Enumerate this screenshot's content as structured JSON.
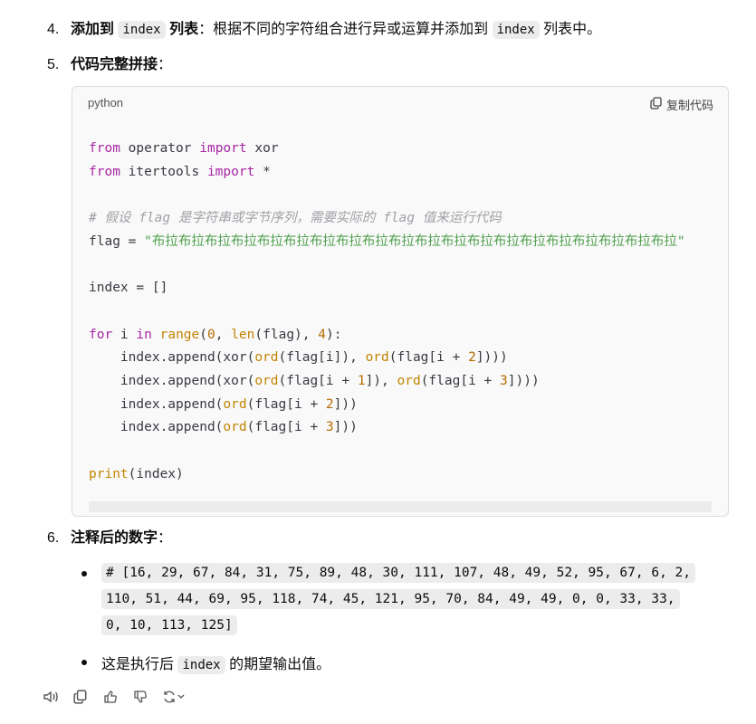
{
  "steps": [
    {
      "num": "4.",
      "bold_a": "添加到",
      "code": "index",
      "bold_b": "列表",
      "text": "：根据不同的字符组合进行异或运算并添加到",
      "code2": "index",
      "text2": "列表中。"
    },
    {
      "num": "5.",
      "bold": "代码完整拼接",
      "colon": "："
    },
    {
      "num": "6.",
      "bold": "注释后的数字",
      "colon": "："
    }
  ],
  "code_block": {
    "language": "python",
    "copy_label": "复制代码",
    "lines": [
      [
        {
          "t": "from",
          "c": "#a626a4"
        },
        {
          "t": " operator "
        },
        {
          "t": "import",
          "c": "#a626a4"
        },
        {
          "t": " xor"
        }
      ],
      [
        {
          "t": "from",
          "c": "#a626a4"
        },
        {
          "t": " itertools "
        },
        {
          "t": "import",
          "c": "#a626a4"
        },
        {
          "t": " *"
        }
      ],
      [],
      [
        {
          "t": "# 假设 flag 是字符串或字节序列，需要实际的 flag 值来运行代码",
          "c": "#a0a1a7",
          "i": true
        }
      ],
      [
        {
          "t": "flag = "
        },
        {
          "t": "\"布拉布拉布拉布拉布拉布拉布拉布拉布拉布拉布拉布拉布拉布拉布拉布拉布拉布拉布拉布拉\"",
          "c": "#50a14f"
        }
      ],
      [],
      [
        {
          "t": "index = []"
        }
      ],
      [],
      [
        {
          "t": "for",
          "c": "#a626a4"
        },
        {
          "t": " i "
        },
        {
          "t": "in",
          "c": "#a626a4"
        },
        {
          "t": " "
        },
        {
          "t": "range",
          "c": "#c18401"
        },
        {
          "t": "("
        },
        {
          "t": "0",
          "c": "#b76b01"
        },
        {
          "t": ", "
        },
        {
          "t": "len",
          "c": "#c18401"
        },
        {
          "t": "(flag), "
        },
        {
          "t": "4",
          "c": "#b76b01"
        },
        {
          "t": "):"
        }
      ],
      [
        {
          "t": "    index.append(xor("
        },
        {
          "t": "ord",
          "c": "#c18401"
        },
        {
          "t": "(flag[i]), "
        },
        {
          "t": "ord",
          "c": "#c18401"
        },
        {
          "t": "(flag[i + "
        },
        {
          "t": "2",
          "c": "#b76b01"
        },
        {
          "t": "])))"
        }
      ],
      [
        {
          "t": "    index.append(xor("
        },
        {
          "t": "ord",
          "c": "#c18401"
        },
        {
          "t": "(flag[i + "
        },
        {
          "t": "1",
          "c": "#b76b01"
        },
        {
          "t": "]), "
        },
        {
          "t": "ord",
          "c": "#c18401"
        },
        {
          "t": "(flag[i + "
        },
        {
          "t": "3",
          "c": "#b76b01"
        },
        {
          "t": "])))"
        }
      ],
      [
        {
          "t": "    index.append("
        },
        {
          "t": "ord",
          "c": "#c18401"
        },
        {
          "t": "(flag[i + "
        },
        {
          "t": "2",
          "c": "#b76b01"
        },
        {
          "t": "]))"
        }
      ],
      [
        {
          "t": "    index.append("
        },
        {
          "t": "ord",
          "c": "#c18401"
        },
        {
          "t": "(flag[i + "
        },
        {
          "t": "3",
          "c": "#b76b01"
        },
        {
          "t": "]))"
        }
      ],
      [],
      [
        {
          "t": "print",
          "c": "#c18401"
        },
        {
          "t": "(index)"
        }
      ]
    ]
  },
  "bullets": {
    "array_lines": [
      "# [16, 29, 67, 84, 31, 75, 89, 48, 30, 111, 107, 48, 49, 52, 95, 67, 6, 2,",
      "110, 51, 44, 69, 95, 118, 74, 45, 121, 95, 70, 84, 49, 49, 0, 0, 33, 33,",
      "0, 10, 113, 125]"
    ],
    "note_a": "这是执行后",
    "note_code": "index",
    "note_b": "的期望输出值。"
  },
  "actions": [
    "read-aloud-icon",
    "copy-icon",
    "thumbs-up-icon",
    "thumbs-down-icon",
    "regenerate-icon"
  ]
}
